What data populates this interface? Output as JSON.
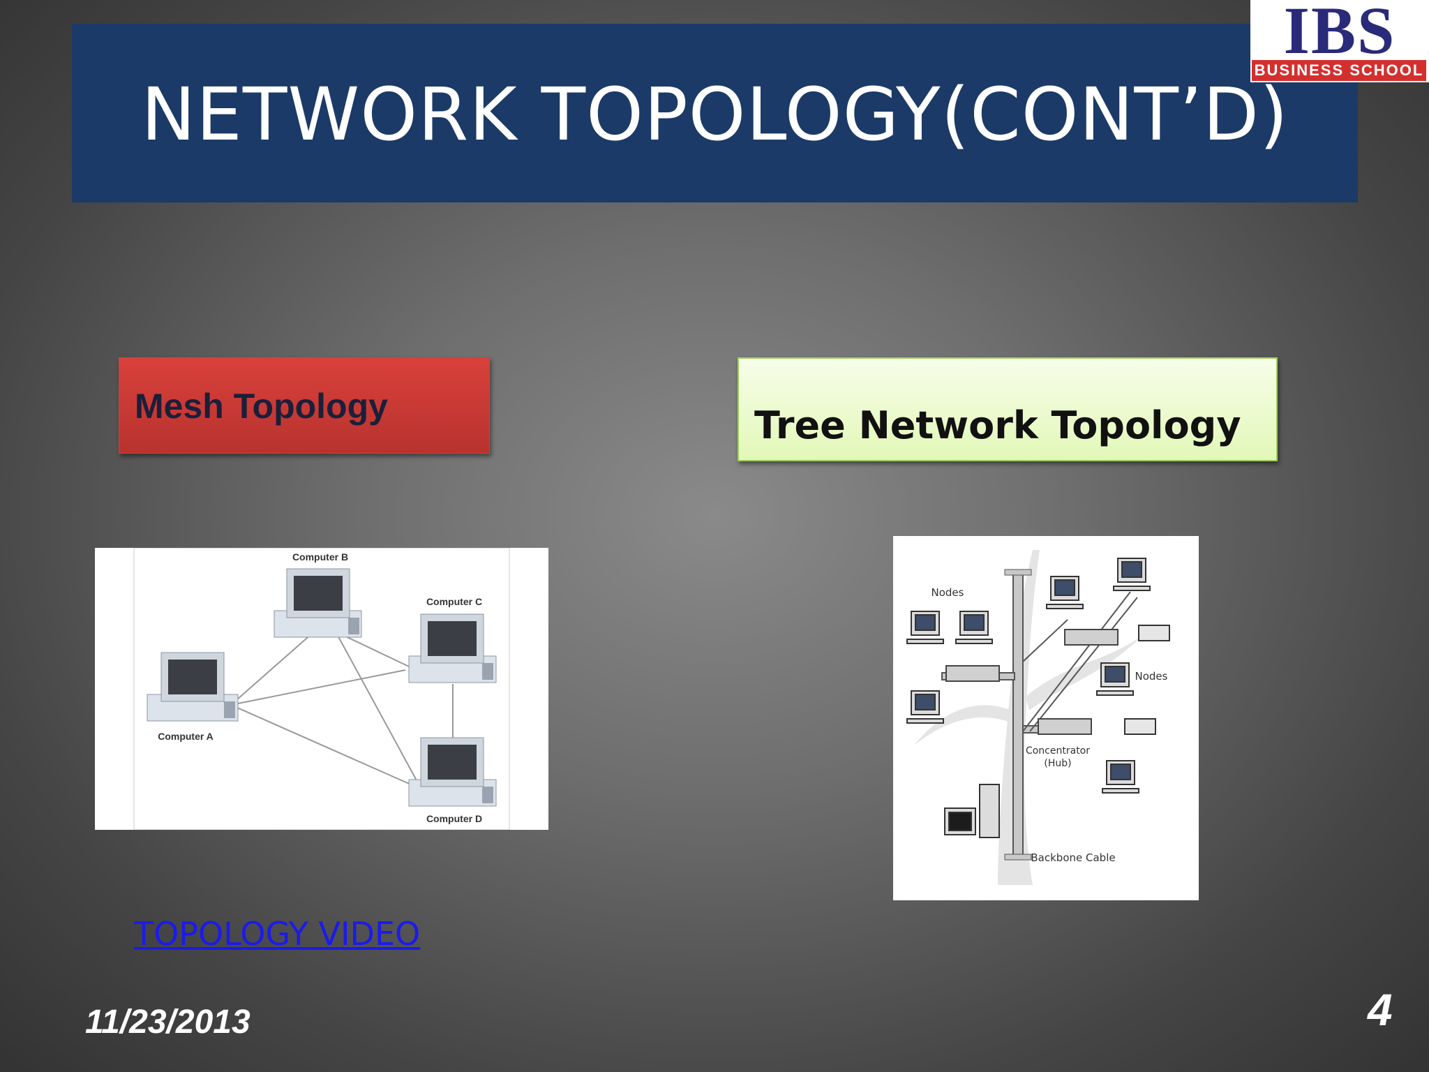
{
  "slide": {
    "title": "NETWORK TOPOLOGY(CONT’D)",
    "date": "11/23/2013",
    "page_number": "4"
  },
  "logo": {
    "main": "IBS",
    "sub": "BUSINESS SCHOOL"
  },
  "mesh": {
    "label": "Mesh Topology",
    "computers": [
      "Computer A",
      "Computer B",
      "Computer C",
      "Computer D"
    ]
  },
  "tree": {
    "label": "Tree Network Topology",
    "labels": {
      "nodes_left": "Nodes",
      "nodes_right": "Nodes",
      "hub_line1": "Concentrator",
      "hub_line2": "(Hub)",
      "backbone": "Backbone Cable"
    }
  },
  "link": {
    "text": "TOPOLOGY VIDEO"
  },
  "colors": {
    "title_bar": "#1b3a67",
    "mesh_label": "#c83a35",
    "tree_label": "#e8f9c4",
    "link": "#1a1aee"
  }
}
